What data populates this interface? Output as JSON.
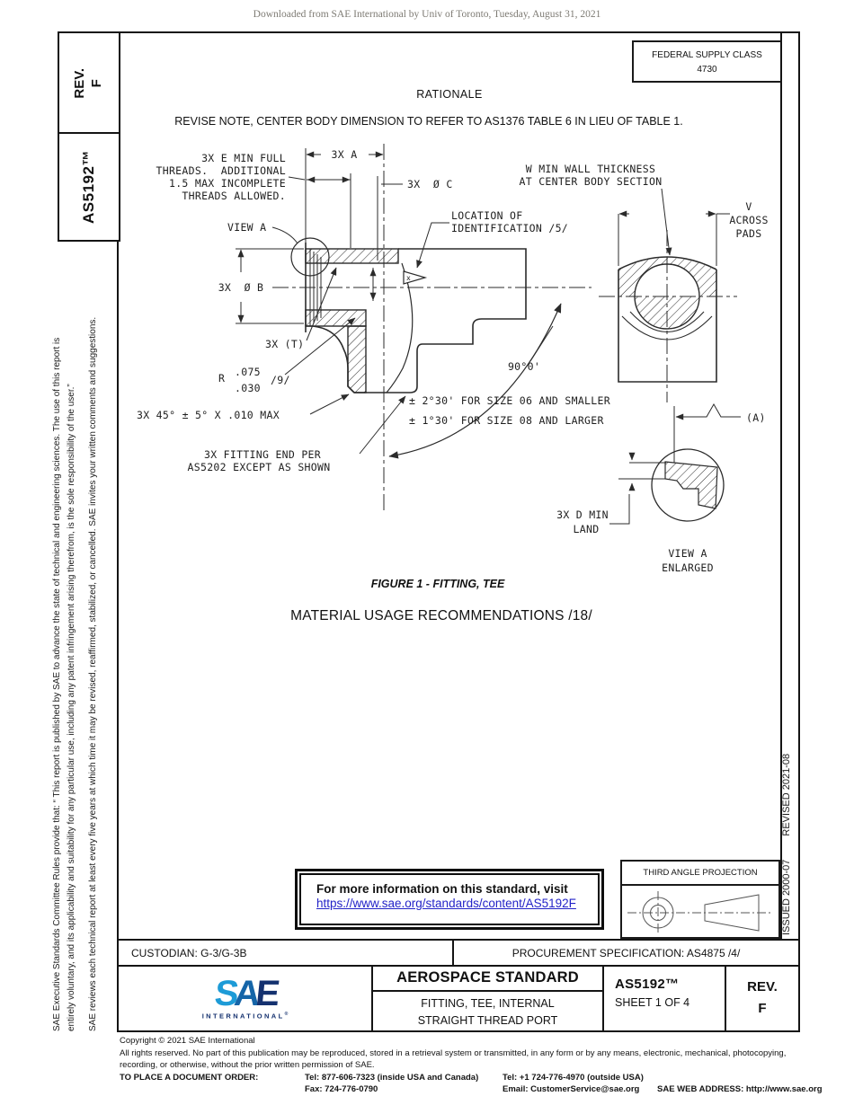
{
  "header": {
    "download_notice": "Downloaded from SAE International by Univ of Toronto, Tuesday, August 31, 2021"
  },
  "left_margin": {
    "rev_label": "REV.",
    "rev_value": "F",
    "doc_number": "AS5192™",
    "disclaimer_line1": "SAE Executive Standards Committee Rules provide that: “ This report is published by SAE to advance the state of technical and engineering sciences. The use of this report is",
    "disclaimer_line2": "entirely voluntary, and its applicability and suitability for any particular use, including any patent infringement arising therefrom, is the sole responsibility of the user.”",
    "review_note": "SAE reviews each technical report at least every five years at which time it may be revised, reaffirmed, stabilized, or cancelled. SAE invites your written comments and suggestions."
  },
  "right_margin": {
    "issued": "ISSUED 2000-07",
    "revised": "REVISED 2021-08"
  },
  "federal_supply_class": {
    "label": "FEDERAL SUPPLY CLASS",
    "value": "4730"
  },
  "rationale": {
    "title": "RATIONALE",
    "text": "REVISE NOTE, CENTER BODY DIMENSION TO REFER TO AS1376 TABLE 6 IN LIEU OF TABLE 1."
  },
  "drawing": {
    "threads_note": [
      "3X E MIN FULL",
      "THREADS.  ADDITIONAL",
      "1.5 MAX INCOMPLETE",
      "THREADS ALLOWED."
    ],
    "dim_a": "3X A",
    "dia_c": "3X  Ø C",
    "view_a": "VIEW A",
    "dia_b": "3X  Ø B",
    "location_id": [
      "LOCATION OF",
      "IDENTIFICATION /5/"
    ],
    "flag_x": "x",
    "wall_note": [
      "W MIN WALL THICKNESS",
      "AT CENTER BODY SECTION"
    ],
    "across_pads": [
      "V",
      "ACROSS",
      "PADS"
    ],
    "t_ref": "3X (T)",
    "radius_r": "R",
    "radius_upper": ".075",
    "radius_lower": ".030",
    "radius_flag": "/9/",
    "chamfer": "3X 45° ± 5° X .010 MAX",
    "fitting_end": [
      "3X FITTING END PER",
      "AS5202 EXCEPT AS SHOWN"
    ],
    "angle": "90°0'",
    "angle_tol1": "± 2°30' FOR SIZE 06 AND SMALLER",
    "angle_tol2": "± 1°30' FOR SIZE 08 AND LARGER",
    "a_ref": "(A)",
    "land_note": [
      "3X D MIN",
      "LAND"
    ],
    "view_a_enlarged": [
      "VIEW A",
      "ENLARGED"
    ]
  },
  "figure": {
    "caption": "FIGURE 1 - FITTING, TEE",
    "material_heading": "MATERIAL USAGE RECOMMENDATIONS /18/"
  },
  "info_box": {
    "line1": "For more information on this standard, visit",
    "link": "https://www.sae.org/standards/content/AS5192F"
  },
  "projection_box": {
    "title": "THIRD ANGLE PROJECTION"
  },
  "footer_bar": {
    "custodian": "CUSTODIAN: G-3/G-3B",
    "procurement": "PROCUREMENT SPECIFICATION: AS4875 /4/"
  },
  "title_block": {
    "logo_s": "S",
    "logo_a": "A",
    "logo_e": "E",
    "logo_sub": "INTERNATIONAL",
    "logo_reg": "®",
    "standard_type": "AEROSPACE STANDARD",
    "title_line1": "FITTING, TEE, INTERNAL",
    "title_line2": "STRAIGHT THREAD PORT",
    "doc_number": "AS5192™",
    "sheet": "SHEET 1 OF 4",
    "rev_label": "REV.",
    "rev_value": "F"
  },
  "copyright": {
    "line1": "Copyright © 2021 SAE International",
    "line2": "All rights reserved. No part of this publication may be reproduced, stored in a retrieval system or transmitted, in any form or by any means, electronic, mechanical, photocopying,",
    "line3": "recording, or otherwise, without the prior written permission of SAE.",
    "order_label": "TO PLACE A DOCUMENT ORDER:",
    "tel_inside": "Tel: 877-606-7323 (inside USA and Canada)",
    "tel_outside": "Tel: +1 724-776-4970 (outside USA)",
    "fax": "Fax: 724-776-0790",
    "email": "Email: CustomerService@sae.org",
    "web": "SAE WEB ADDRESS: http://www.sae.org"
  },
  "colors": {
    "link_blue": "#2323c8",
    "logo_light_blue": "#1d9bd7",
    "logo_navy": "#14316f",
    "header_gray": "#7e7b74"
  }
}
